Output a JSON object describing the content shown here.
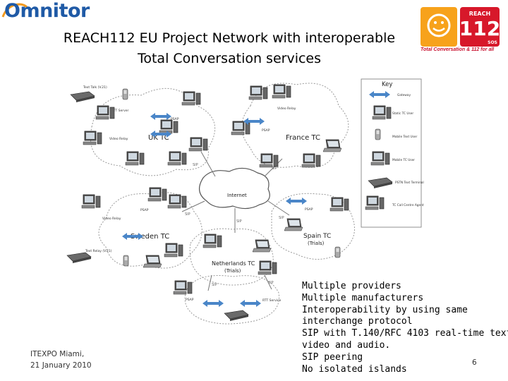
{
  "brand": {
    "name": "Omnitor",
    "partner_caption": "Total Conversation & 112 for all",
    "partner_badge": "REACH",
    "partner_number": "112",
    "partner_sos": "SOS"
  },
  "slide": {
    "title_line1": "REACH112 EU Project Network with interoperable",
    "title_line2": "Total Conversation services",
    "footer_line1": "ITEXPO Miami,",
    "footer_line2": "21 January 2010",
    "page_number": "6"
  },
  "bullets": [
    "Multiple providers",
    "Multiple manufacturers",
    "Interoperability by using same",
    "interchange protocol",
    "SIP with T.140/RFC 4103 real-time text,",
    "video and audio.",
    "SIP peering",
    "No isolated islands"
  ],
  "diagram": {
    "clouds": {
      "uk": "UK TC",
      "france": "France TC",
      "internet": "Internet",
      "sweden": "Sweden TC",
      "spain": "Spain TC",
      "spain_sub": "(Trials)",
      "netherlands": "Netherlands TC",
      "netherlands_sub": "(Trials)"
    },
    "nodes": {
      "uk_text": "Text Talk (V.21)",
      "uk_rtt": "RTT Server",
      "uk_psap": "PSAP",
      "uk_video": "Video Relay",
      "fr_video": "Video Relay",
      "fr_psap": "PSAP",
      "se_video": "Video Relay",
      "se_psap": "PSAP",
      "se_text": "Text Relay (V.21)",
      "es_psap": "PSAP",
      "nl_psap": "PSAP",
      "nl_rtt": "RTT Service"
    },
    "links": {
      "sip": "SIP"
    },
    "key": {
      "title": "Key",
      "items": [
        "Gateway",
        "Static TC User",
        "Mobile Text User",
        "Mobile TC User",
        "PSTN Text Terminal",
        "TC Call Centre Agent"
      ]
    }
  },
  "colors": {
    "brand_blue": "#1f5aa6",
    "reach_orange": "#f7a21b",
    "reach_red": "#d7182a",
    "gateway_blue": "#4a86c8"
  }
}
